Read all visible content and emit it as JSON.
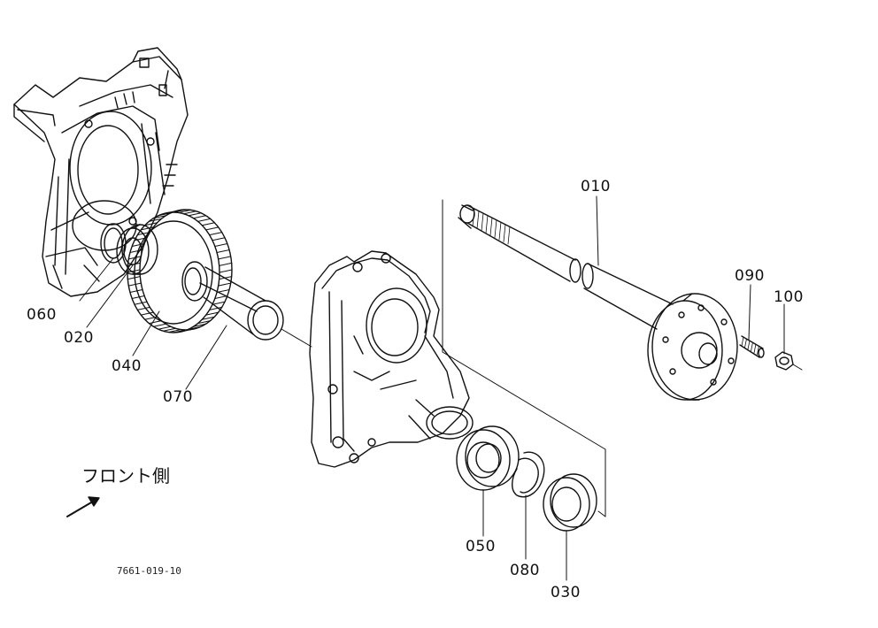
{
  "callouts": [
    {
      "id": "010",
      "text": "010"
    },
    {
      "id": "090",
      "text": "090"
    },
    {
      "id": "100",
      "text": "100"
    },
    {
      "id": "060",
      "text": "060"
    },
    {
      "id": "020",
      "text": "020"
    },
    {
      "id": "040",
      "text": "040"
    },
    {
      "id": "070",
      "text": "070"
    },
    {
      "id": "050",
      "text": "050"
    },
    {
      "id": "080",
      "text": "080"
    },
    {
      "id": "030",
      "text": "030"
    }
  ],
  "front_label": "フロント側",
  "drawing_code": "7661-019-10",
  "colors": {
    "ink": "#111111",
    "background": "#ffffff"
  }
}
